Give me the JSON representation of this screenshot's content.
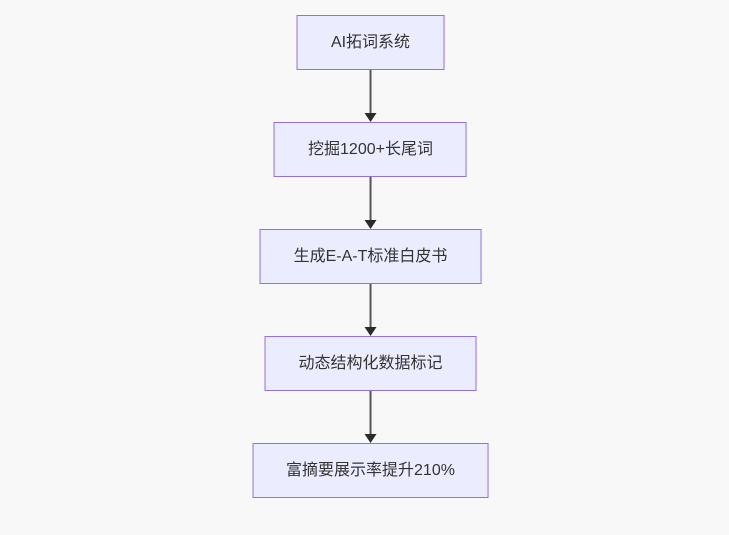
{
  "diagram": {
    "type": "flowchart-top-down",
    "nodes": [
      {
        "id": "A",
        "label": "AI拓词系统"
      },
      {
        "id": "B",
        "label": "挖掘1200+长尾词"
      },
      {
        "id": "C",
        "label": "生成E-A-T标准白皮书"
      },
      {
        "id": "D",
        "label": "动态结构化数据标记"
      },
      {
        "id": "E",
        "label": "富摘要展示率提升210%"
      }
    ],
    "edges": [
      {
        "from": "A",
        "to": "B",
        "label": ""
      },
      {
        "from": "B",
        "to": "C",
        "label": ""
      },
      {
        "from": "C",
        "to": "D",
        "label": ""
      },
      {
        "from": "D",
        "to": "E",
        "label": ""
      }
    ]
  },
  "colors": {
    "canvas_bg": "#f8f8f8",
    "node_fill": "#ececff",
    "node_border": "#9370db",
    "node_text": "#333333",
    "arrow_line": "#555555",
    "arrow_head": "#2b2b2b"
  }
}
